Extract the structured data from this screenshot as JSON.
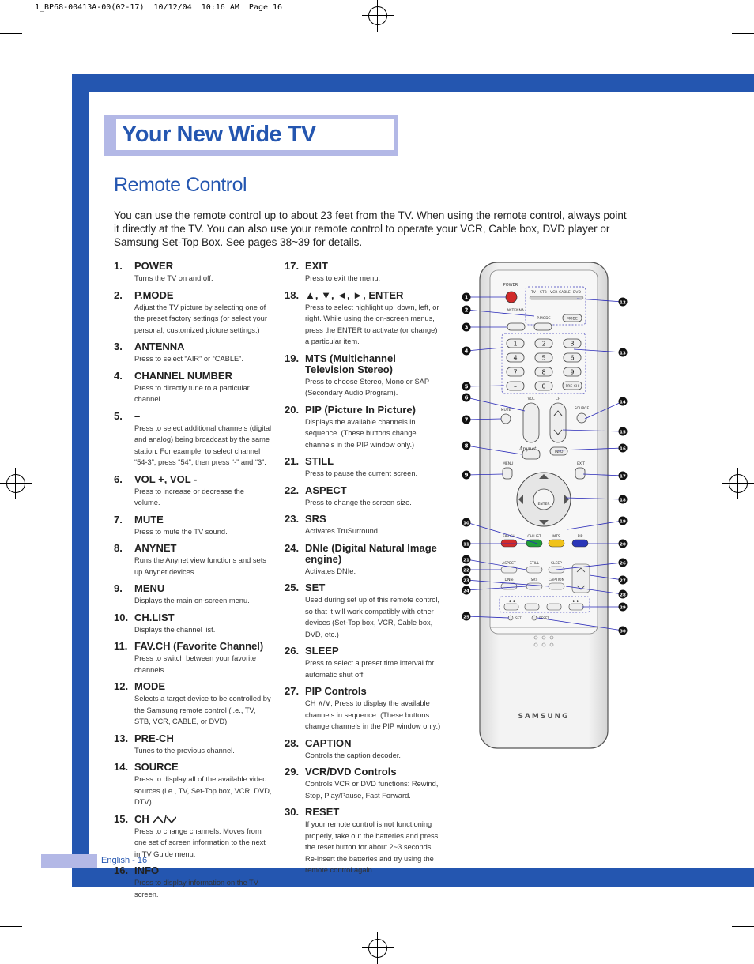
{
  "slug": "1_BP68-00413A-00(02-17)  10/12/04  10:16 AM  Page 16",
  "header": {
    "title": "Your New Wide TV"
  },
  "section": {
    "title": "Remote Control",
    "intro": "You can use the remote control up to about 23 feet from the TV. When using the remote control, always point it directly at the TV. You can also use your remote control to operate your VCR, Cable box, DVD player or Samsung Set-Top Box. See pages 38~39 for details."
  },
  "footer": {
    "page_label": "English - 16"
  },
  "items_left": [
    {
      "num": "1.",
      "label": "POWER",
      "desc": "Turns the TV on and off."
    },
    {
      "num": "2.",
      "label": "P.MODE",
      "desc": "Adjust the TV picture by selecting one of the preset factory settings (or select your personal, customized picture settings.)"
    },
    {
      "num": "3.",
      "label": "ANTENNA",
      "desc": "Press to select “AIR” or “CABLE”."
    },
    {
      "num": "4.",
      "label": "CHANNEL NUMBER",
      "desc": "Press to directly tune to a particular channel."
    },
    {
      "num": "5.",
      "label": "–",
      "desc": "Press to select additional channels (digital and analog) being broadcast by the same station. For example, to select channel “54-3”, press “54”, then press “-” and “3”."
    },
    {
      "num": "6.",
      "label": "VOL +, VOL -",
      "desc": "Press to increase or decrease the volume."
    },
    {
      "num": "7.",
      "label": "MUTE",
      "desc": "Press to mute the TV sound."
    },
    {
      "num": "8.",
      "label": "ANYNET",
      "desc": "Runs the Anynet view functions and sets up Anynet devices."
    },
    {
      "num": "9.",
      "label": "MENU",
      "desc": "Displays the main on-screen menu."
    },
    {
      "num": "10.",
      "label": "CH.LIST",
      "desc": "Displays the channel list."
    },
    {
      "num": "11.",
      "label": "FAV.CH (Favorite Channel)",
      "desc": "Press to switch between your favorite channels."
    },
    {
      "num": "12.",
      "label": "MODE",
      "desc": "Selects a target device to be controlled by the Samsung remote control (i.e., TV, STB, VCR, CABLE, or DVD)."
    },
    {
      "num": "13.",
      "label": "PRE-CH",
      "desc": "Tunes to the previous channel."
    },
    {
      "num": "14.",
      "label": "SOURCE",
      "desc": "Press to display all of the available video sources (i.e., TV, Set-Top box, VCR, DVD, DTV)."
    },
    {
      "num": "15.",
      "label": "CH",
      "chev": true,
      "desc": "Press to change channels. Moves from one set of screen information to the next in TV Guide menu."
    },
    {
      "num": "16.",
      "label": "INFO",
      "desc": "Press to display information on the TV screen."
    }
  ],
  "items_right": [
    {
      "num": "17.",
      "label": "EXIT",
      "desc": "Press to exit the menu."
    },
    {
      "num": "18.",
      "label": "▲, ▼, ◄, ►, ENTER",
      "desc": "Press to select highlight up, down, left, or right. While using the on-screen menus, press the ENTER to activate (or change) a particular item."
    },
    {
      "num": "19.",
      "label": "MTS (Multichannel Television Stereo)",
      "desc": "Press to choose Stereo, Mono or SAP (Secondary Audio Program)."
    },
    {
      "num": "20.",
      "label": "PIP (Picture In Picture)",
      "desc": "Displays the available channels in sequence. (These buttons change channels in the PIP window only.)"
    },
    {
      "num": "21.",
      "label": "STILL",
      "desc": "Press to pause the current screen."
    },
    {
      "num": "22.",
      "label": "ASPECT",
      "desc": "Press to change the screen size."
    },
    {
      "num": "23.",
      "label": "SRS",
      "desc": "Activates TruSurround."
    },
    {
      "num": "24.",
      "label": "DNIe (Digital Natural Image engine)",
      "desc": "Activates DNIe."
    },
    {
      "num": "25.",
      "label": "SET",
      "desc": "Used during set up of this remote control, so that it will work compatibly with other devices (Set-Top box, VCR, Cable box, DVD, etc.)"
    },
    {
      "num": "26.",
      "label": "SLEEP",
      "desc": "Press to select a preset time interval for automatic shut off."
    },
    {
      "num": "27.",
      "label": "PIP Controls",
      "desc": "CH ∧/∨; Press to display the available channels in sequence. (These buttons change channels in the PIP window only.)"
    },
    {
      "num": "28.",
      "label": "CAPTION",
      "desc": "Controls the caption decoder."
    },
    {
      "num": "29.",
      "label": "VCR/DVD Controls",
      "desc": "Controls VCR or DVD functions: Rewind, Stop, Play/Pause, Fast Forward."
    },
    {
      "num": "30.",
      "label": "RESET",
      "desc": "If your remote control is not functioning properly, take out the batteries and press the reset button for about 2~3 seconds. Re-insert the batteries and try using the remote control again."
    }
  ],
  "remote": {
    "brand": "SAMSUNG",
    "labels": {
      "power": "POWER",
      "antenna": "ANTENNA",
      "pmode": "P.MODE",
      "mode": "MODE",
      "tv": "TV",
      "stb": "STB",
      "vcr": "VCR",
      "cable": "CABLE",
      "dvd": "DVD",
      "prech": "PRE-CH",
      "mute": "MUTE",
      "vol": "VOL",
      "ch": "CH",
      "source": "SOURCE",
      "menu": "MENU",
      "info": "INFO",
      "exit": "EXIT",
      "enter": "ENTER",
      "anynet": "Anynet",
      "favch": "FAV.CH",
      "chlist": "CH.LIST",
      "mts": "MTS",
      "pip": "PIP",
      "aspect": "ASPECT",
      "still": "STILL",
      "sleep": "SLEEP",
      "dnie": "DNIe",
      "srs": "SRS",
      "caption": "CAPTION",
      "set": "SET",
      "reset": "RESET"
    },
    "digits": [
      "1",
      "2",
      "3",
      "4",
      "5",
      "6",
      "7",
      "8",
      "9",
      "–",
      "0"
    ],
    "callouts_left": [
      "1",
      "2",
      "3",
      "4",
      "5",
      "6",
      "7",
      "8",
      "9",
      "10",
      "11",
      "21",
      "22",
      "23",
      "24",
      "25"
    ],
    "callouts_right": [
      "12",
      "13",
      "14",
      "15",
      "16",
      "17",
      "18",
      "19",
      "20",
      "26",
      "27",
      "28",
      "29",
      "30"
    ]
  },
  "colors": {
    "brand_blue": "#2456b0",
    "lavender": "#b3b8e6"
  }
}
